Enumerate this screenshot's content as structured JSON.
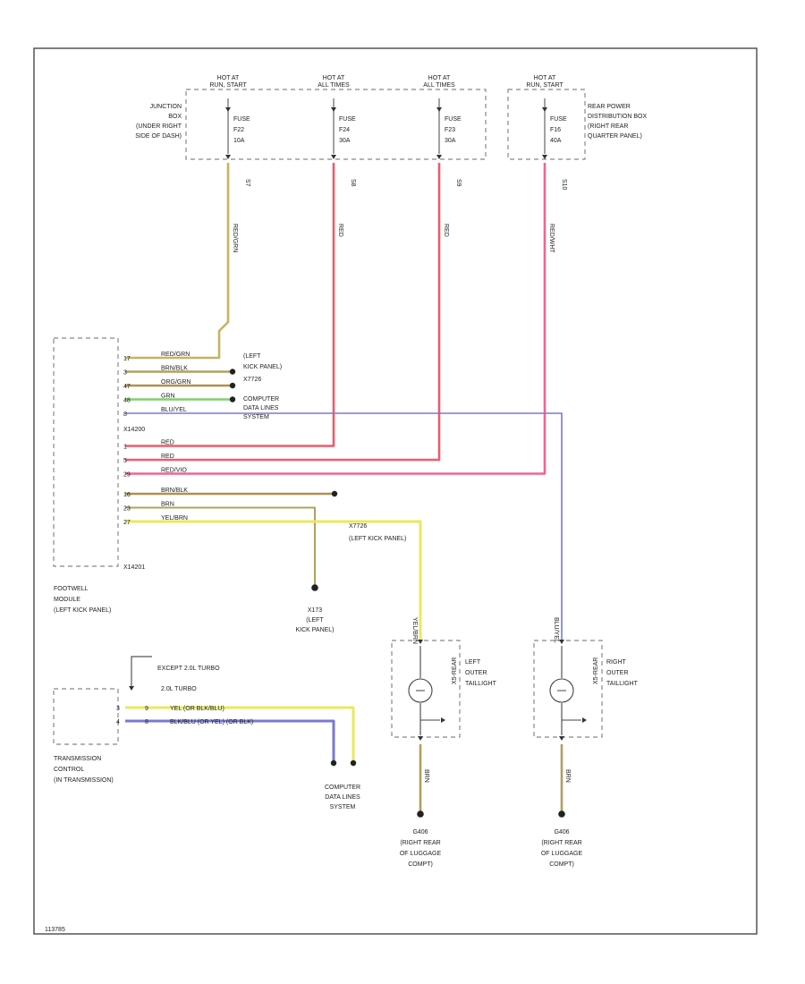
{
  "colors": {
    "tan": "#c8b264",
    "red": "#f05a6a",
    "pink": "#f06494",
    "blue": "#7a78d6",
    "green": "#7ed070",
    "yellow": "#e8e860",
    "brown": "#b09050",
    "olive": "#b0a060"
  },
  "fuse_boxes": {
    "left_label_lines": [
      "JUNCTION",
      "BOX",
      "(UNDER RIGHT",
      "SIDE OF DASH)"
    ],
    "right_label_lines": [
      "REAR POWER",
      "DISTRIBUTION BOX",
      "(RIGHT REAR",
      "QUARTER PANEL)"
    ],
    "fuses": [
      {
        "hot": [
          "HOT AT",
          "RUN, START"
        ],
        "fuse": "FUSE",
        "num": "F22",
        "amps": "10A",
        "splice": "S7"
      },
      {
        "hot": [
          "HOT AT",
          "ALL TIMES"
        ],
        "fuse": "FUSE",
        "num": "F24",
        "amps": "30A",
        "splice": "S8"
      },
      {
        "hot": [
          "HOT AT",
          "ALL TIMES"
        ],
        "fuse": "FUSE",
        "num": "F23",
        "amps": "30A",
        "splice": "S9"
      },
      {
        "hot": [
          "HOT AT",
          "RUN, START"
        ],
        "fuse": "FUSE",
        "num": "F16",
        "amps": "40A",
        "splice": "S10"
      }
    ]
  },
  "wires_vertical": [
    "RED/GRN",
    "RED",
    "RED",
    "RED/WHT"
  ],
  "module": {
    "top_connector": "X14200",
    "mid_connector": "X14201",
    "name_lines": [
      "FOOTWELL",
      "MODULE",
      "(LEFT KICK PANEL)"
    ],
    "pins": [
      {
        "pin": "17",
        "color": "RED/GRN"
      },
      {
        "pin": "3",
        "color": "BRN/BLK"
      },
      {
        "pin": "47",
        "color": "ORG/GRN"
      },
      {
        "pin": "48",
        "color": "GRN"
      },
      {
        "pin": "8",
        "color": "BLU/YEL"
      },
      {
        "pin": "1",
        "color": "RED"
      },
      {
        "pin": "5",
        "color": "RED"
      },
      {
        "pin": "29",
        "color": "RED/VIO"
      },
      {
        "pin": "16",
        "color": "BRN/BLK"
      },
      {
        "pin": "23",
        "color": "BRN"
      },
      {
        "pin": "27",
        "color": "YEL/BRN"
      }
    ],
    "ref_left_kick": [
      "(LEFT",
      "KICK PANEL)",
      "X7726"
    ],
    "ref_computer": [
      "COMPUTER",
      "DATA LINES",
      "SYSTEM"
    ],
    "ref_x7726_bottom": [
      "X7726",
      "(LEFT KICK PANEL)"
    ],
    "ground_left_kick": [
      "X173",
      "(LEFT",
      "KICK PANEL)"
    ]
  },
  "transmission": {
    "except_label": "EXCEPT 2.0L TURBO",
    "turbo_label": "2.0L TURBO",
    "row1_pins": [
      "3",
      "9"
    ],
    "row1_text": "YEL    (OR BLK/BLU)",
    "row2_pins": [
      "4",
      "8"
    ],
    "row2_text": "BLK/BLU (OR YEL)  (OR BLK)",
    "name_lines": [
      "TRANSMISSION",
      "CONTROL",
      "(IN TRANSMISSION)"
    ],
    "computer_lines": [
      "COMPUTER",
      "DATA LINES",
      "SYSTEM"
    ]
  },
  "taillights": [
    {
      "label_lines": [
        "LEFT",
        "OUTER",
        "TAILLIGHT"
      ],
      "wire_top": "YEL/BRN",
      "wire_bottom": "BRN",
      "connector": "X5-REAR",
      "ground_lines": [
        "G406",
        "(RIGHT REAR",
        "OF LUGGAGE",
        "COMPT)"
      ]
    },
    {
      "label_lines": [
        "RIGHT",
        "OUTER",
        "TAILLIGHT"
      ],
      "wire_top": "BLU/YEL",
      "wire_bottom": "BRN",
      "connector": "X5-REAR",
      "ground_lines": [
        "G406",
        "(RIGHT REAR",
        "OF LUGGAGE",
        "COMPT)"
      ]
    }
  ],
  "footer_code": "113785"
}
